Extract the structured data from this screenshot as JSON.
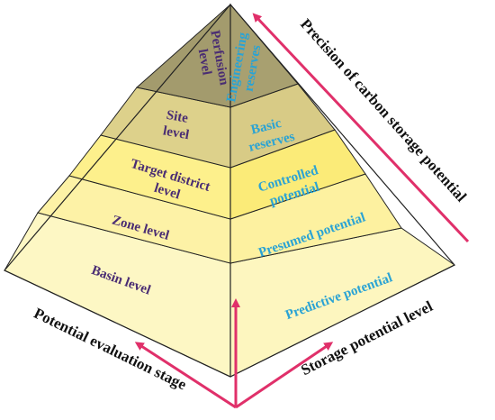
{
  "evaluation_levels": [
    {
      "text": [
        "Perfusion",
        "level"
      ]
    },
    {
      "text": [
        "Site",
        "level"
      ]
    },
    {
      "text": [
        "Target district",
        "level"
      ]
    },
    {
      "text": [
        "Zone  level"
      ]
    },
    {
      "text": [
        "Basin level"
      ]
    }
  ],
  "storage_potentials": [
    {
      "text": [
        "Engineering",
        "reserves"
      ]
    },
    {
      "text": [
        "Basic",
        "reserves"
      ]
    },
    {
      "text": [
        "Controlled",
        "potential"
      ]
    },
    {
      "text": [
        "Presumed potential"
      ]
    },
    {
      "text": [
        "Predictive potential"
      ]
    }
  ],
  "axes": {
    "evaluation_stage": "Potential evaluation stage",
    "storage_level": "Storage potential level",
    "precision": "Precision of carbon storage potential"
  },
  "colors": {
    "tier_left": [
      "#a39b6d",
      "#ddd18b",
      "#fdf08c",
      "#fdf2a6",
      "#fdf7c4"
    ],
    "tier_right": [
      "#a8a070",
      "#d8cb86",
      "#fbeb78",
      "#fdf1a0",
      "#fdf6bf"
    ],
    "outline": "#222222",
    "arrow": "#e0306a",
    "level_text": "#4a2d73",
    "potential_text": "#2aa3d4"
  }
}
